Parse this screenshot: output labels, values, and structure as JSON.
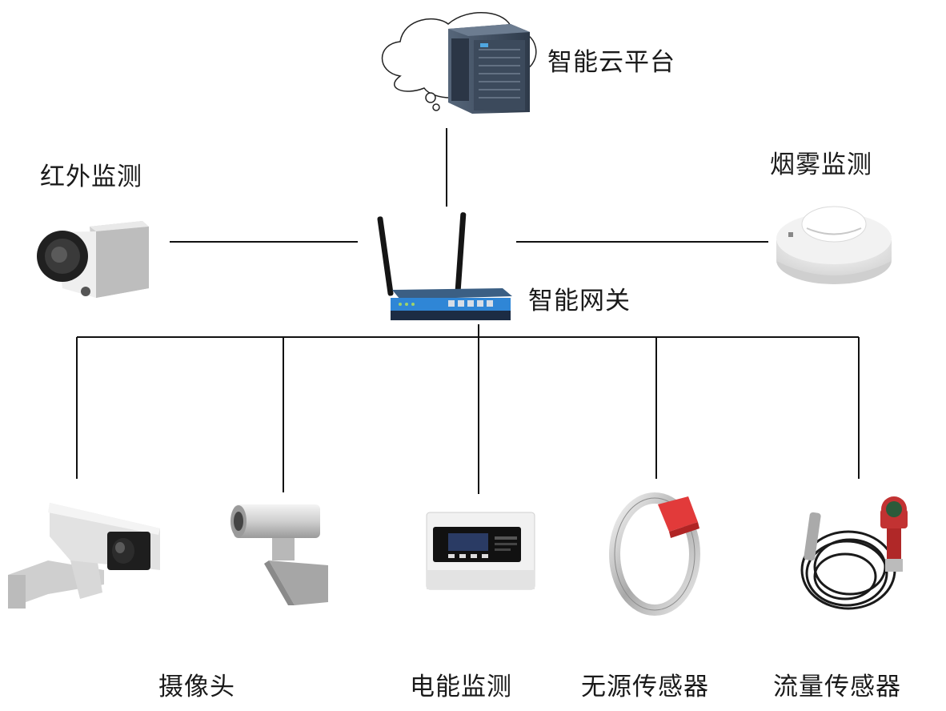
{
  "nodes": {
    "cloud_platform": {
      "label": "智能云平台",
      "icon": "cloud-server-icon"
    },
    "gateway": {
      "label": "智能网关",
      "icon": "wireless-router-icon"
    },
    "infrared": {
      "label": "红外监测",
      "icon": "thermal-camera-icon"
    },
    "smoke": {
      "label": "烟雾监测",
      "icon": "smoke-detector-icon"
    },
    "camera": {
      "label": "摄像头",
      "icon": "cctv-camera-icon"
    },
    "power": {
      "label": "电能监测",
      "icon": "power-meter-icon"
    },
    "passive_sensor": {
      "label": "无源传感器",
      "icon": "clamp-sensor-icon"
    },
    "flow_sensor": {
      "label": "流量传感器",
      "icon": "flow-sensor-icon"
    }
  },
  "colors": {
    "line": "#111111",
    "router_body": "#2f86d6",
    "router_dark": "#1c2c44",
    "server": "#3a4a5e",
    "red_pad": "#e23a3a"
  }
}
